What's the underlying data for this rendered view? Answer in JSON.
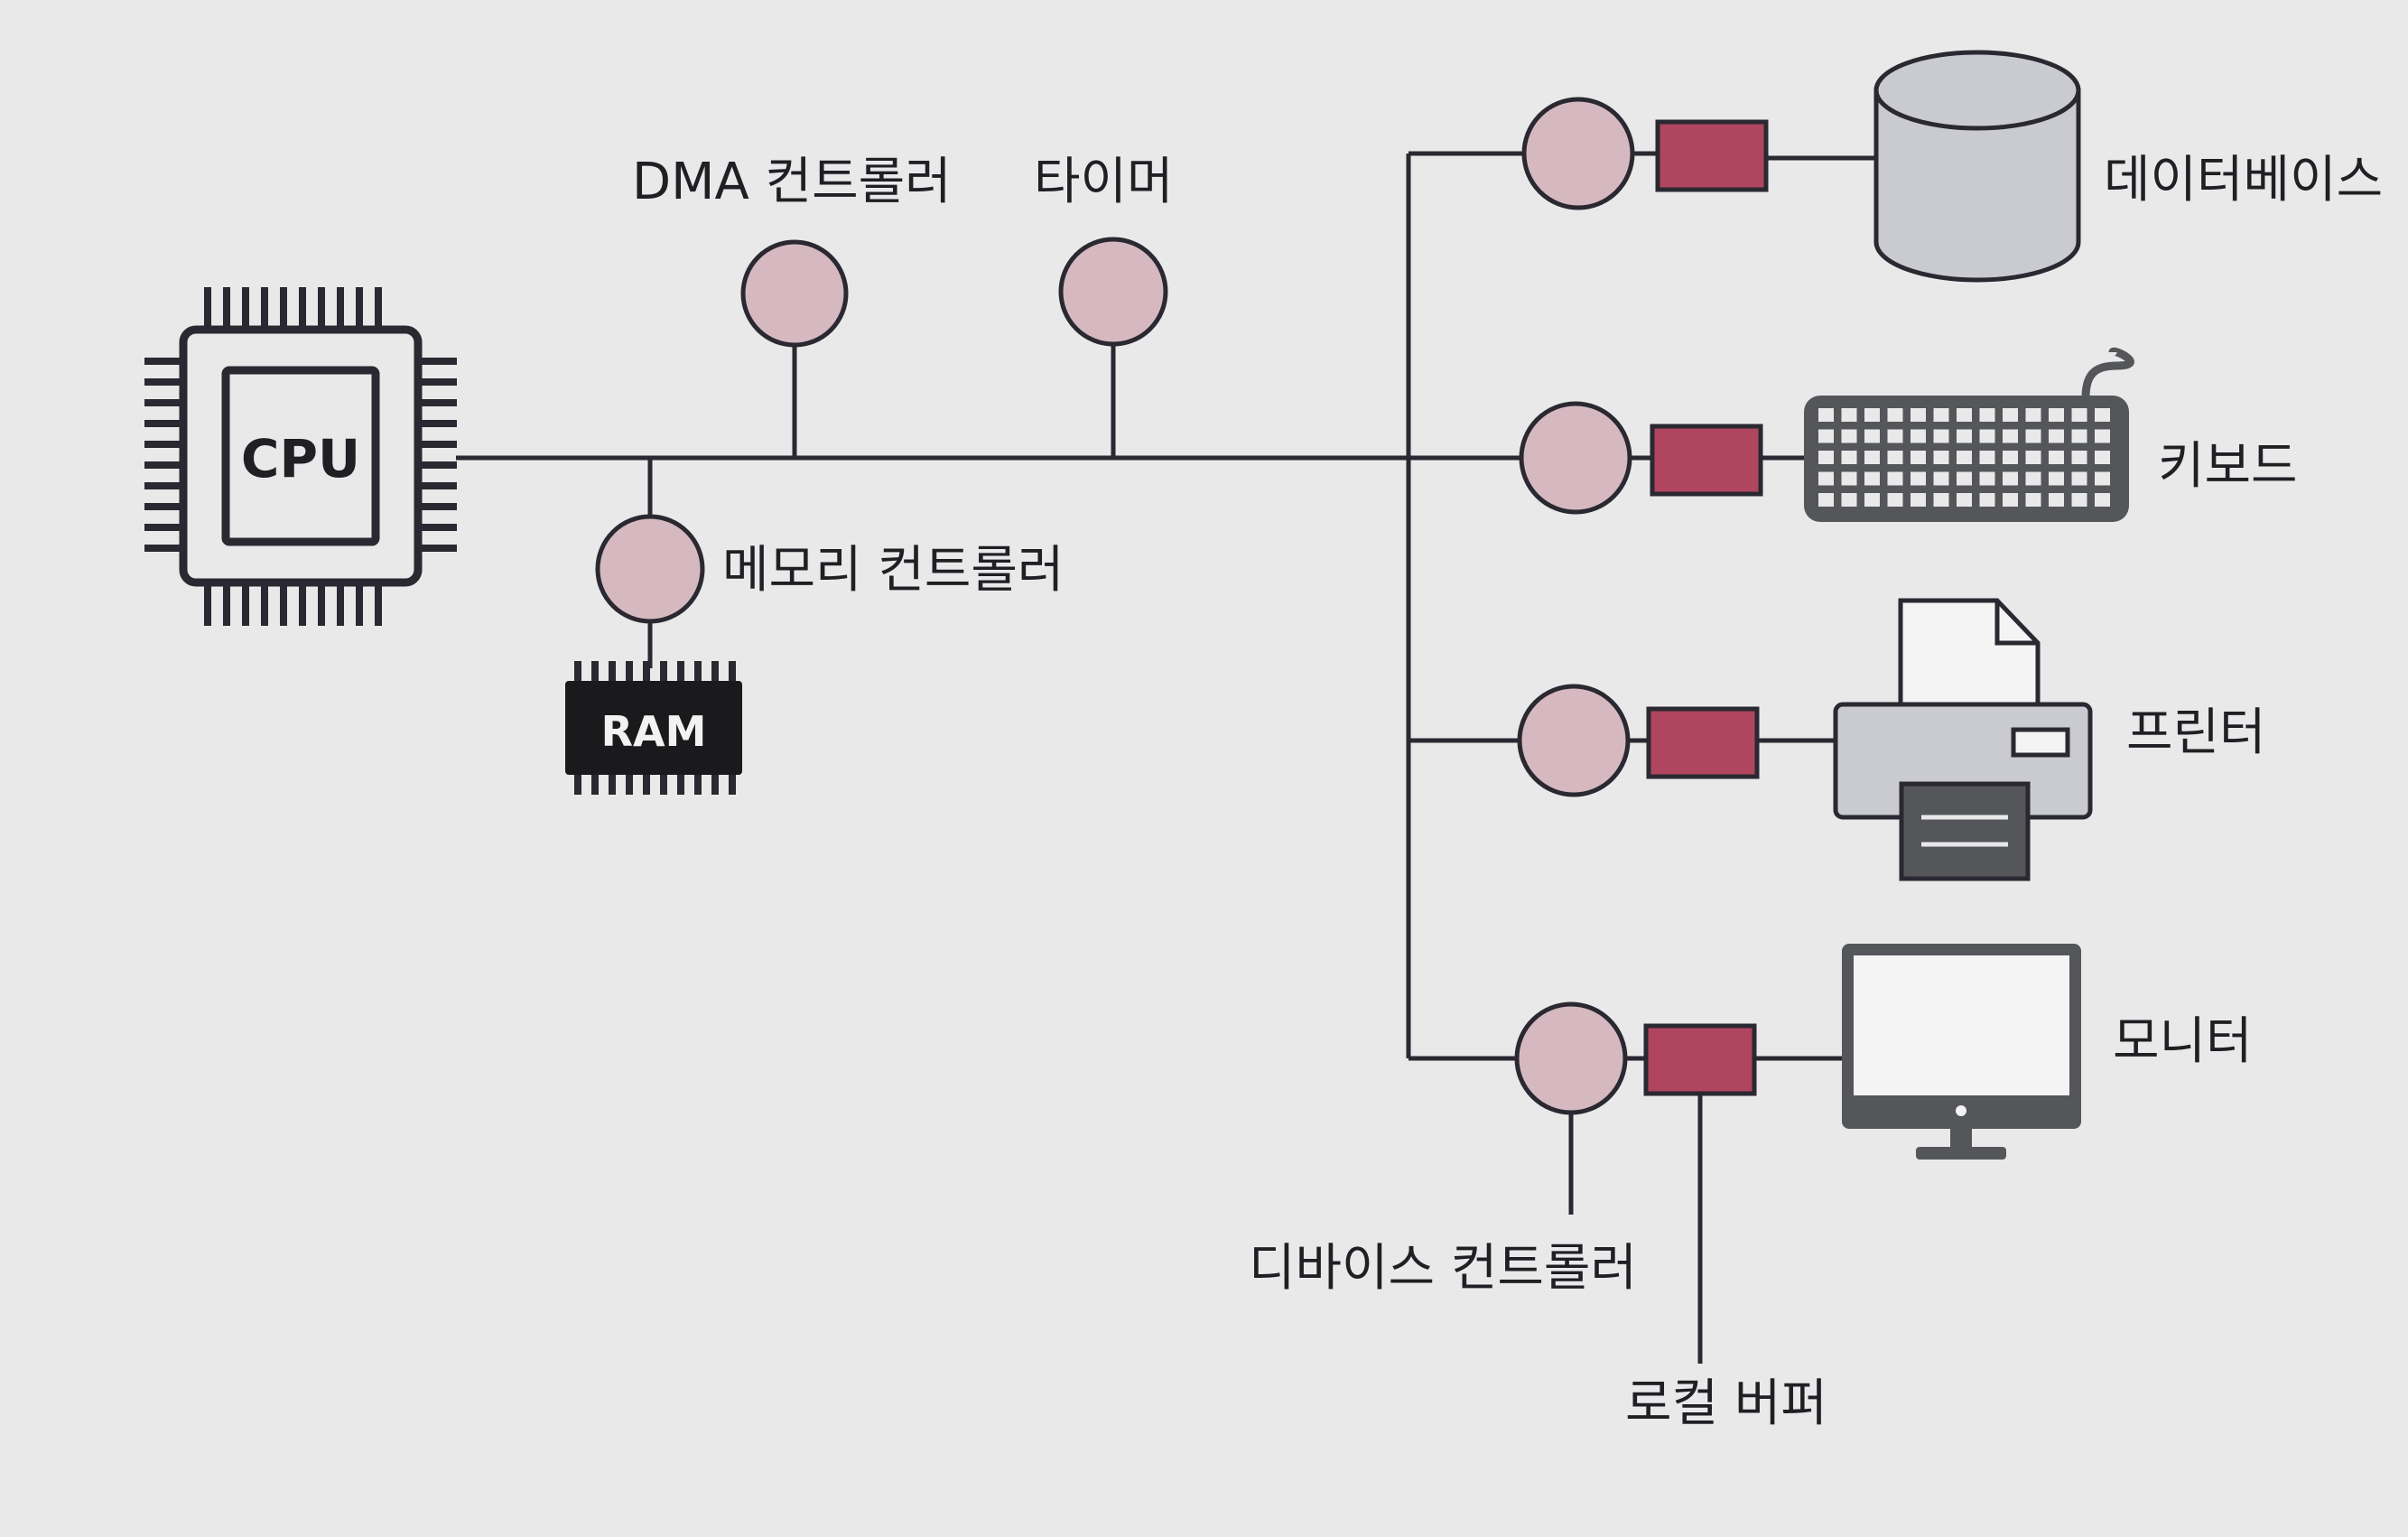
{
  "colors": {
    "background": "#e9e9ea",
    "line": "#2a2830",
    "controller": "#d6b9c0",
    "buffer": "#b0455f",
    "device_gray": "#c9cbd0",
    "device_dark": "#54565a"
  },
  "labels": {
    "cpu": "CPU",
    "ram": "RAM",
    "dma_controller": "DMA 컨트롤러",
    "timer": "타이머",
    "memory_controller": "메모리 컨트롤러",
    "device_controller": "디바이스 컨트롤러",
    "local_buffer": "로컬 버퍼"
  },
  "devices": [
    {
      "label": "데이터베이스",
      "icon": "database-icon"
    },
    {
      "label": "키보드",
      "icon": "keyboard-icon"
    },
    {
      "label": "프린터",
      "icon": "printer-icon"
    },
    {
      "label": "모니터",
      "icon": "monitor-icon"
    }
  ]
}
